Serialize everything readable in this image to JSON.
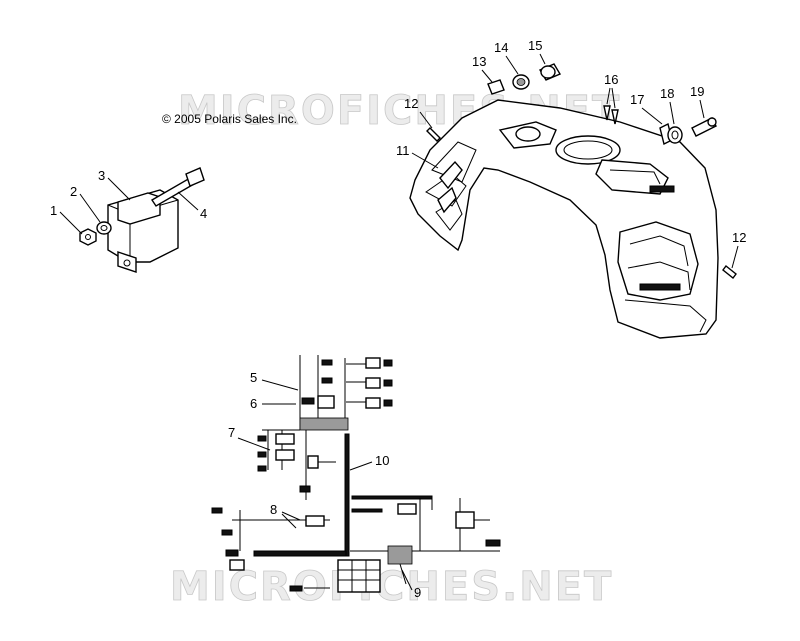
{
  "copyright": "© 2005 Polaris Sales Inc.",
  "watermark": "MICROFICHES.NET",
  "callouts": {
    "c1": "1",
    "c2": "2",
    "c3": "3",
    "c4": "4",
    "c5": "5",
    "c6": "6",
    "c7": "7",
    "c8": "8",
    "c9": "9",
    "c10": "10",
    "c11": "11",
    "c12a": "12",
    "c12b": "12",
    "c13": "13",
    "c14": "14",
    "c15": "15",
    "c16": "16",
    "c17": "17",
    "c18": "18",
    "c19": "19"
  }
}
